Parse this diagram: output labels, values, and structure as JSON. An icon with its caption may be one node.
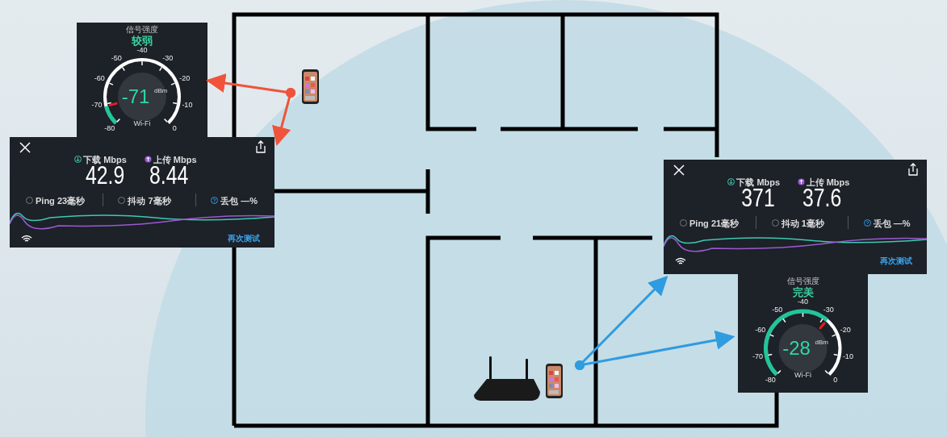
{
  "diagram": {
    "nodes": [
      {
        "text": [
          "信号强度",
          "较弱",
          "-40",
          "-50",
          "-30",
          "-60",
          "-20",
          "-70",
          "-10",
          "-80",
          "0",
          "-71",
          "dBm",
          "Wi-Fi"
        ]
      },
      {
        "text": [
          "下载 Mbps",
          "上传 Mbps",
          "42.9",
          "8.44",
          "Ping 23毫秒",
          "抖动 7毫秒",
          "丢包 —%",
          "再次测试"
        ]
      },
      {
        "text": [],
        "shape": "picture"
      },
      {
        "text": [
          "下载 Mbps",
          "上传 Mbps",
          "371",
          "37.6",
          "Ping 21毫秒",
          "抖动 1毫秒",
          "丢包 —%",
          "再次测试"
        ]
      },
      {
        "text": [
          "信号强度",
          "完美",
          "-40",
          "-50",
          "-30",
          "-60",
          "-20",
          "-70",
          "-10",
          "-80",
          "0",
          "-28",
          "dBm",
          "Wi-Fi"
        ]
      },
      {
        "text": [],
        "shape": "picture"
      },
      {
        "text": [],
        "shape": "picture"
      }
    ],
    "edges": [
      {
        "from": 2,
        "to": 0,
        "arrow": "to",
        "color": "#f0533a"
      },
      {
        "from": 2,
        "to": 1,
        "arrow": "to",
        "color": "#f0533a"
      },
      {
        "from": 6,
        "to": 3,
        "arrow": "to",
        "color": "#2f9be0"
      },
      {
        "from": 6,
        "to": 4,
        "arrow": "to",
        "color": "#2f9be0"
      }
    ]
  }
}
